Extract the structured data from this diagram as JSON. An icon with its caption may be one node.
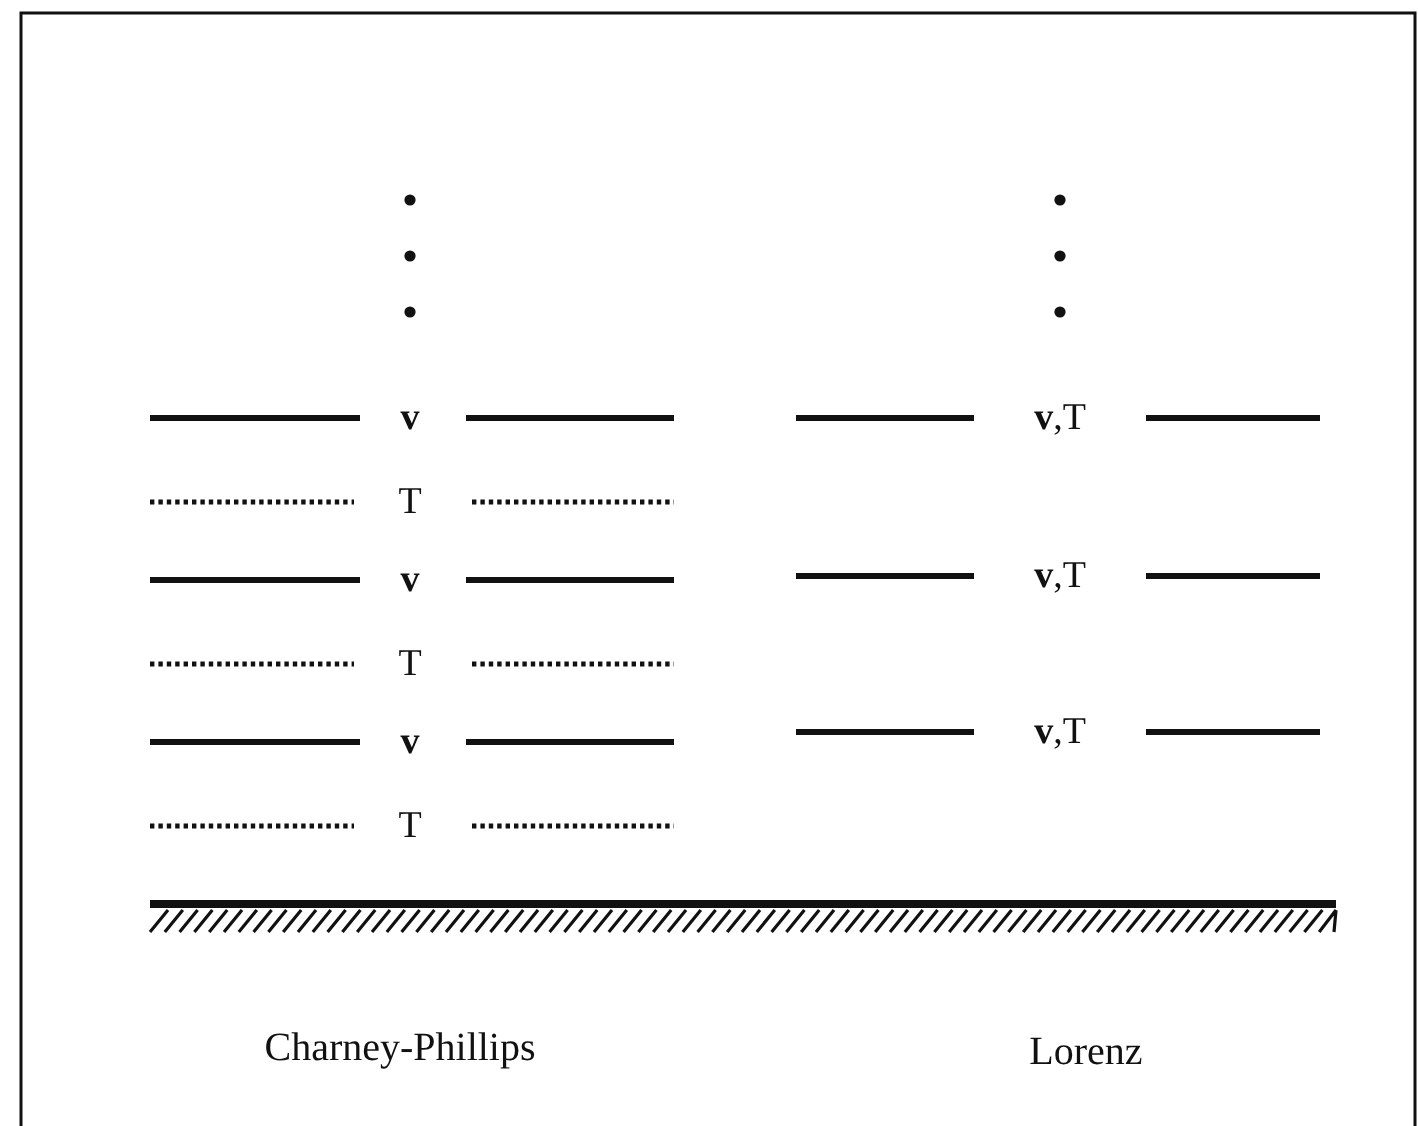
{
  "diagram": {
    "labels": [
      "v",
      "**v**,T",
      "T",
      "v",
      "**v**,T",
      "T",
      "v",
      "**v**,T",
      "T",
      "Charney-Phillips",
      "Lorenz"
    ]
  }
}
